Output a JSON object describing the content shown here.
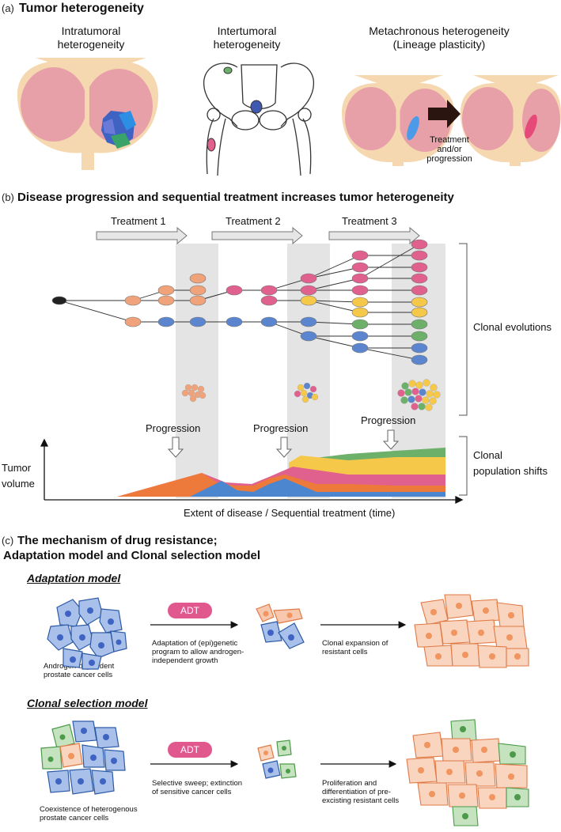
{
  "panel_a": {
    "tag": "(a)",
    "title": "Tumor heterogeneity",
    "intratumoral": [
      "Intratumoral",
      "heterogeneity"
    ],
    "intertumoral": [
      "Intertumoral",
      "heterogeneity"
    ],
    "metachronous": [
      "Metachronous heterogeneity",
      "(Lineage plasticity)"
    ],
    "arrow_label": [
      "Treatment",
      "and/or",
      "progression"
    ]
  },
  "panel_b": {
    "tag": "(b)",
    "title": "Disease progression and sequential treatment increases tumor heterogeneity",
    "treatments": [
      "Treatment 1",
      "Treatment 2",
      "Treatment 3"
    ],
    "progression": "Progression",
    "clonal_evolutions": "Clonal evolutions",
    "clonal_population_shifts": [
      "Clonal",
      "population shifts"
    ],
    "y_label": [
      "Tumor",
      "volume"
    ],
    "x_label": "Extent of disease / Sequential treatment (time)"
  },
  "panel_c": {
    "tag": "(c)",
    "title_line1": "The mechanism of drug resistance;",
    "title_line2": "Adaptation model and Clonal selection model",
    "adaptation": {
      "title": "Adaptation model",
      "adt": "ADT",
      "start_label": "Androgen-dependent prostate cancer cells",
      "step1": "Adaptation of (epi)genetic program to allow androgen-independent growth",
      "step2": "Clonal expansion of resistant cells"
    },
    "selection": {
      "title": "Clonal selection model",
      "adt": "ADT",
      "start_label": "Coexistence of heterogenous prostate cancer cells",
      "step1": "Selective sweep; extinction of sensitive cancer cells",
      "step2": "Proliferation and differentiation of pre-excisting resistant cells"
    }
  },
  "colors": {
    "prostate": "#e8a0a8",
    "capsule": "#f5d8b0",
    "orange": "#f0a27a",
    "pink": "#e0608e",
    "blue": "#5b86cf",
    "yellow": "#f6c84a",
    "green": "#6cb06a",
    "adt": "#e0588e"
  }
}
